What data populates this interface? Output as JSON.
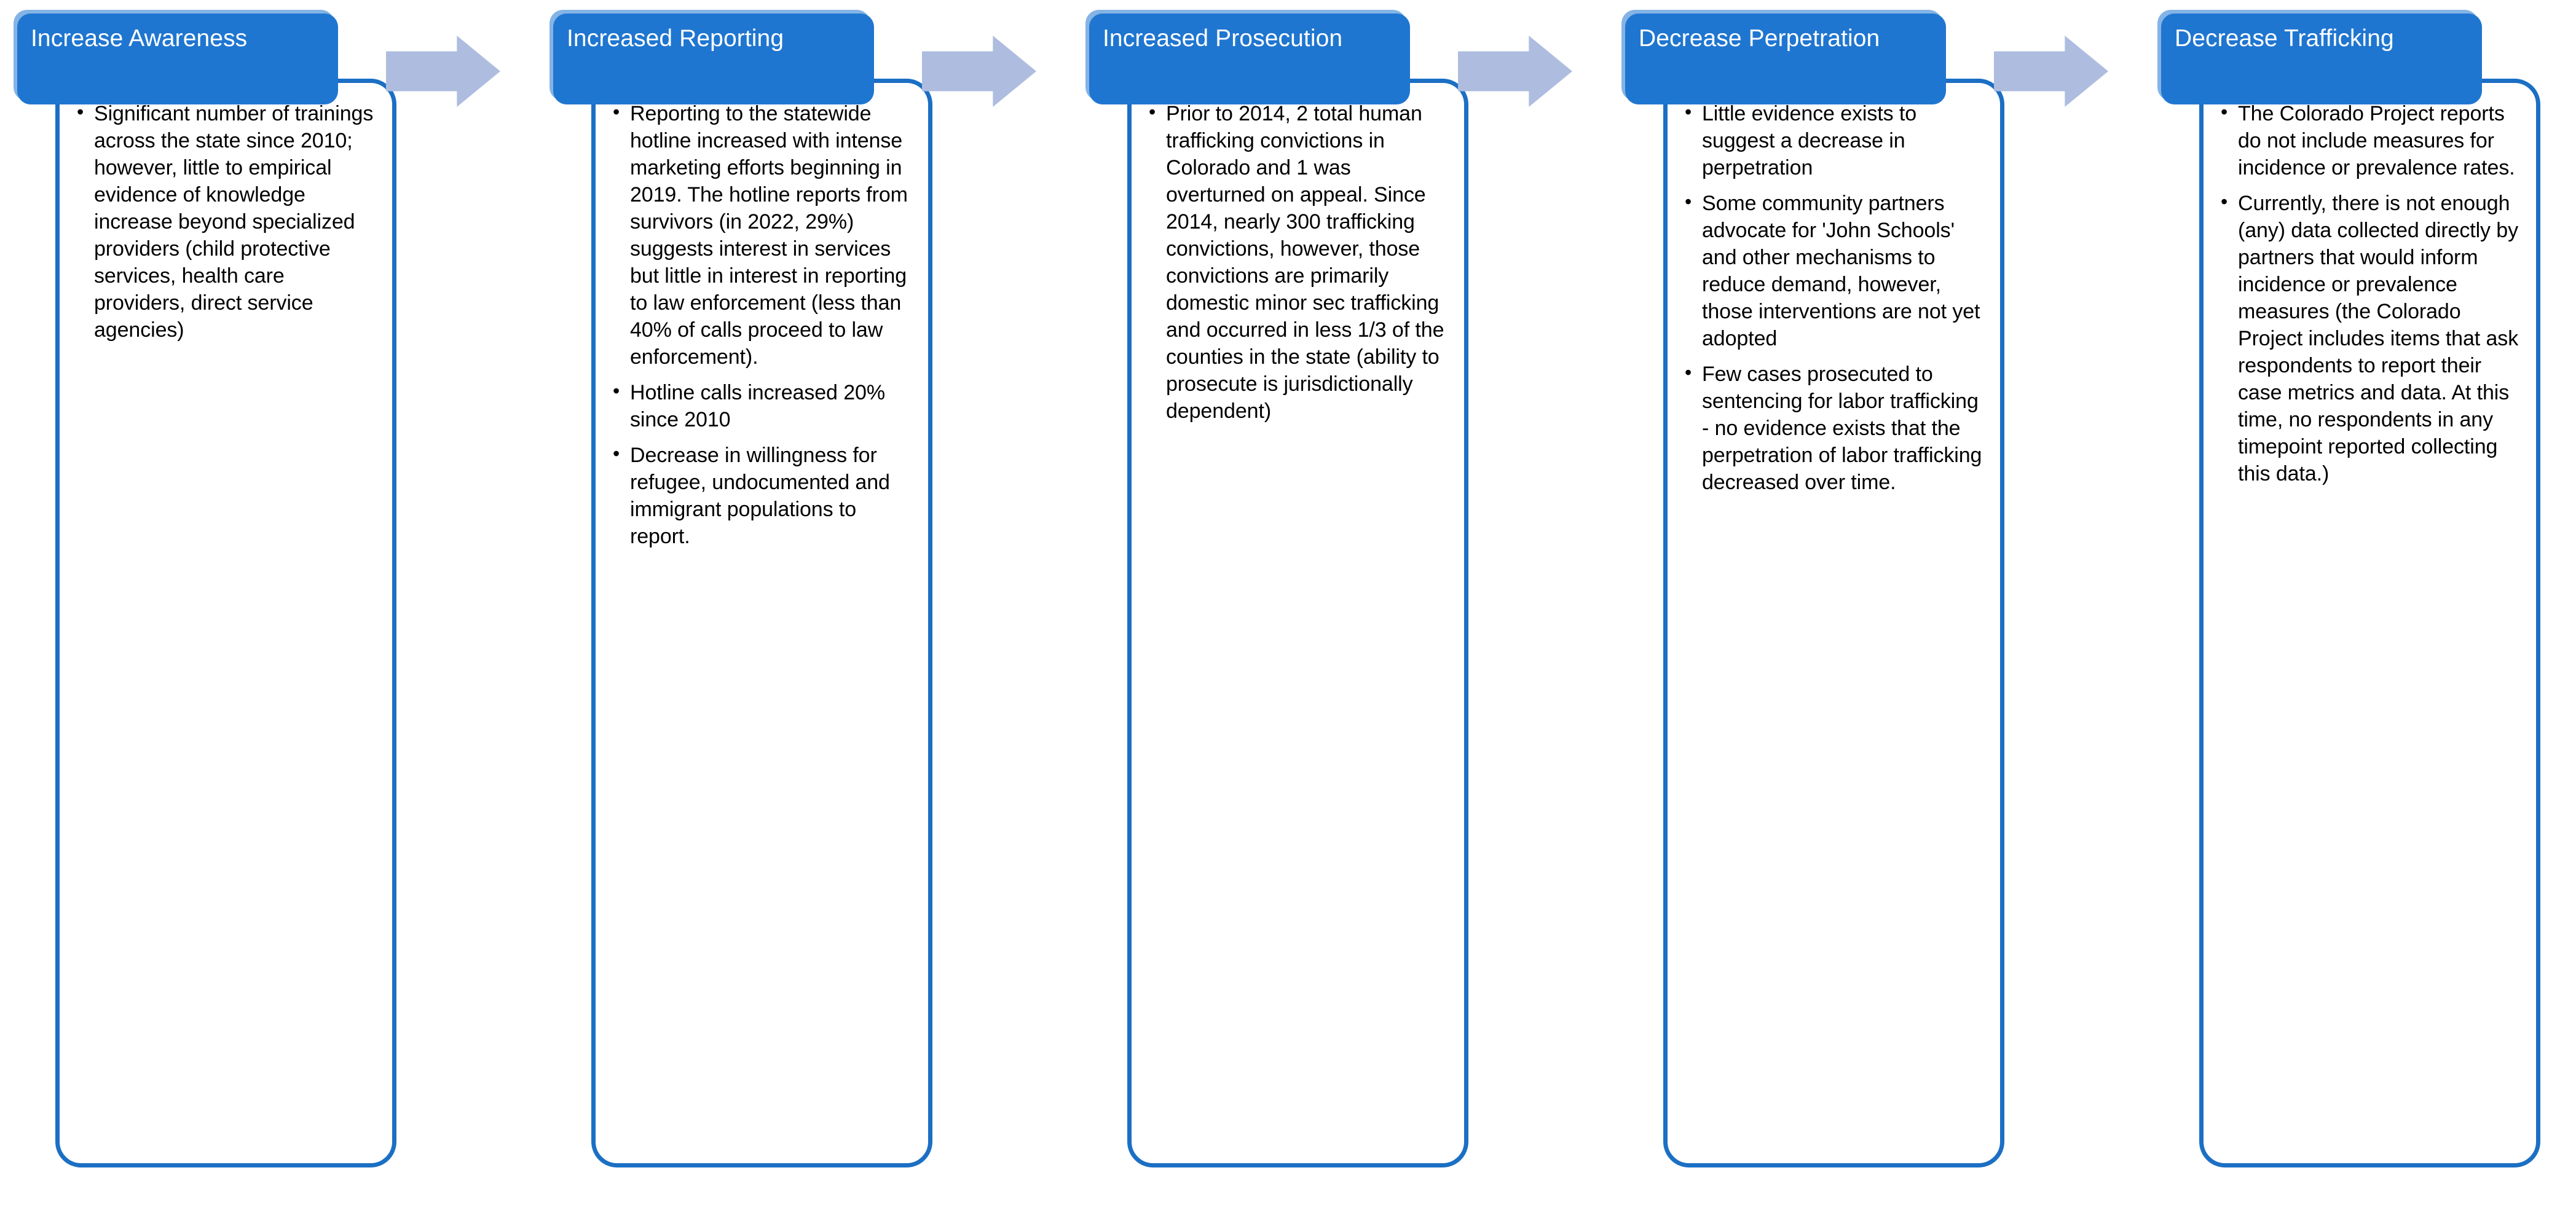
{
  "theme": {
    "header_bg": "#1f76d0",
    "header_text": "#ffffff",
    "card_bg": "#ffffff",
    "card_border": "#1b6fc4",
    "card_tint": "#e3eaf7",
    "arrow_color": "#aebddf",
    "body_text": "#000000"
  },
  "diagram": {
    "type": "horizontal-process-flow",
    "stage_count": 5,
    "connector_icon": "right-arrow-icon",
    "stages": [
      {
        "id": "increase-awareness",
        "title": "Increase Awareness",
        "bullets": [
          "Significant number of trainings across the state since 2010; however, little to empirical evidence of knowledge increase beyond specialized providers (child protective services, health care providers, direct service agencies)"
        ]
      },
      {
        "id": "increased-reporting",
        "title": "Increased Reporting",
        "bullets": [
          "Reporting to the statewide hotline increased with intense marketing efforts beginning in 2019. The hotline reports from survivors (in 2022, 29%) suggests interest in services but little in interest in reporting to law enforcement (less than 40% of calls proceed to law enforcement).",
          "Hotline calls increased 20% since 2010",
          "Decrease in willingness for refugee, undocumented and immigrant populations to report."
        ]
      },
      {
        "id": "increased-prosecution",
        "title": "Increased Prosecution",
        "bullets": [
          "Prior to 2014, 2 total human trafficking convictions in Colorado and 1 was overturned on appeal. Since 2014, nearly 300 trafficking convictions, however, those convictions are primarily domestic minor sec trafficking and occurred in less 1/3 of the counties in the state (ability to prosecute is jurisdictionally dependent)"
        ]
      },
      {
        "id": "decrease-perpetration",
        "title": "Decrease Perpetration",
        "bullets": [
          "Little evidence exists to suggest a decrease in perpetration",
          "Some community partners advocate for 'John Schools' and other mechanisms to reduce demand, however, those interventions are not yet adopted",
          "Few cases prosecuted to sentencing for labor trafficking - no evidence exists that the perpetration of labor trafficking decreased over time."
        ]
      },
      {
        "id": "decrease-trafficking",
        "title": "Decrease Trafficking",
        "bullets": [
          "The Colorado Project reports do not include measures for incidence or prevalence rates.",
          "Currently, there is not enough (any) data collected directly by partners that would inform incidence or prevalence measures (the Colorado Project includes items that ask respondents to report their case metrics and data. At this time, no respondents in any timepoint reported collecting this data.)"
        ]
      }
    ]
  }
}
